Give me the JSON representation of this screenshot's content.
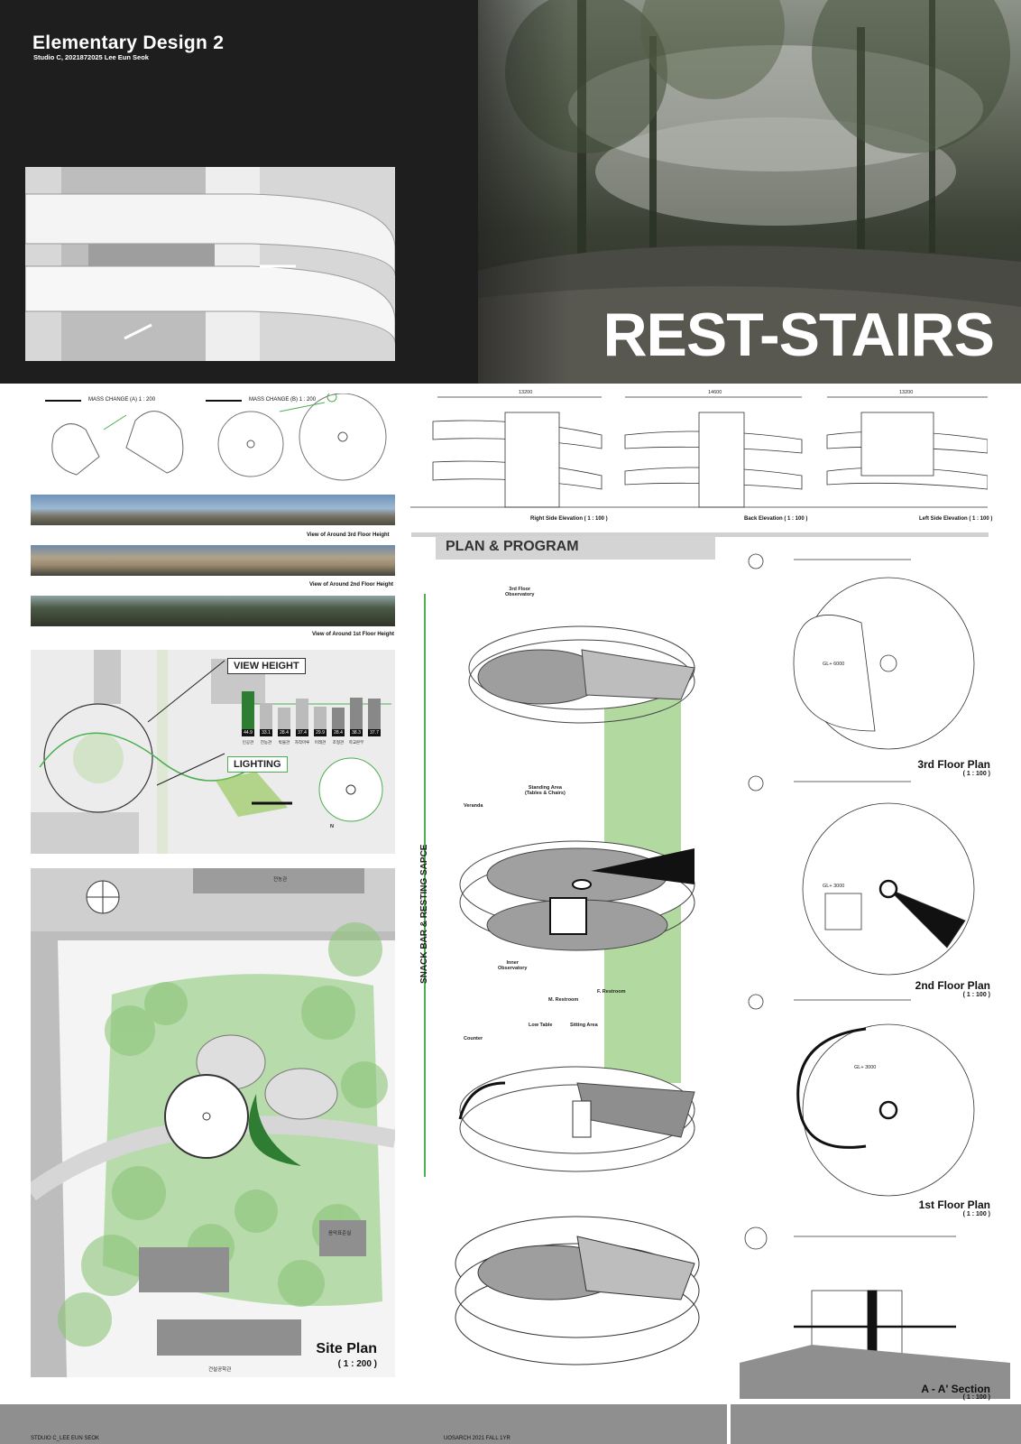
{
  "header": {
    "title": "Elementary Design 2",
    "subtitle": "Studio C, 2021872025 Lee Eun Seok",
    "project_name": "REST-STAIRS"
  },
  "mass": {
    "label_a": "MASS CHANGE (A)",
    "label_a_scale": "1 : 200",
    "label_b": "MASS CHANGE (B)",
    "label_b_scale": "1 : 200"
  },
  "elevations": {
    "right": "Right Side Elevation ( 1 : 100 )",
    "back": "Back Elevation ( 1 : 100 )",
    "left": "Left Side Elevation ( 1 : 100 )",
    "dims_total_right": "13200",
    "dims_total_back": "14600",
    "dims_total_left": "13200"
  },
  "views": [
    "View of Around 3rd Floor Height",
    "View of Around 2nd Floor Height",
    "View of Around 1st Floor Height"
  ],
  "analysis": {
    "view_height": "VIEW HEIGHT",
    "lighting": "LIGHTING",
    "north": "N",
    "bars": [
      {
        "value": "44.9",
        "name": "인공관"
      },
      {
        "value": "33.1",
        "name": "전농관"
      },
      {
        "value": "28.4",
        "name": "박물관"
      },
      {
        "value": "37.4",
        "name": "자작마루"
      },
      {
        "value": "29.9",
        "name": "미래관"
      },
      {
        "value": "28.4",
        "name": "조형관"
      },
      {
        "value": "38.3",
        "name": "학교본부"
      },
      {
        "value": "37.7",
        "name": ""
      }
    ]
  },
  "site_plan": {
    "title": "Site Plan",
    "scale": "( 1 : 200 )",
    "label_top": "전농관",
    "label_right": "음악표준실",
    "label_bottom": "건설공학관"
  },
  "plan_program": {
    "heading": "PLAN & PROGRAM",
    "side_label": "SNACK BAR & RESTING SAPCE",
    "labels": {
      "observatory": "3rd Floor\nObservatory",
      "standing": "Standing Area\n(Tables & Chairs)",
      "veranda": "Veranda",
      "inner_obs": "Inner\nObservatory",
      "m_restroom": "M. Restroom",
      "f_restroom": "F. Restroom",
      "counter": "Counter",
      "low_table": "Low Table",
      "sitting": "Sitting Area"
    }
  },
  "plans": [
    {
      "title": "3rd Floor Plan",
      "scale": "( 1 : 100 )",
      "gl": "GL+ 6000"
    },
    {
      "title": "2nd Floor Plan",
      "scale": "( 1 : 100 )",
      "gl": "GL+ 3000"
    },
    {
      "title": "1st Floor Plan",
      "scale": "( 1 : 100 )",
      "gl": "GL+ 3000"
    }
  ],
  "section": {
    "title": "A - A' Section",
    "scale": "( 1 : 100 )"
  },
  "footer": {
    "left": "STDUIO C_LEE EUN SEOK",
    "mid": "UOSARCH 2021 FALL 1YR"
  }
}
